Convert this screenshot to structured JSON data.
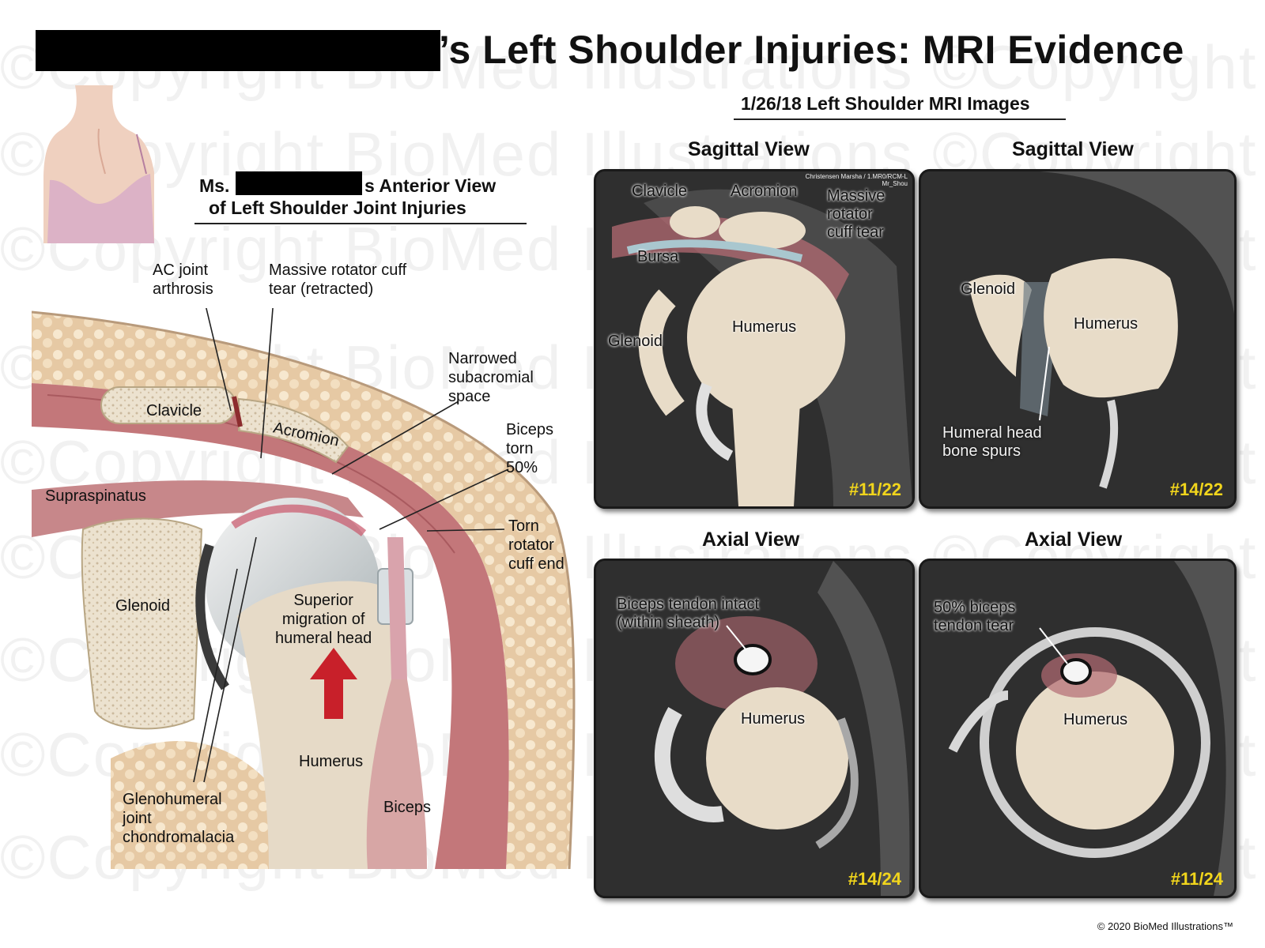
{
  "title": "’s Left Shoulder Injuries: MRI Evidence",
  "watermark": "©Copyright BioMed Illustrations ©Copyright BioMed Illustrations ©Copyright",
  "anterior": {
    "title_prefix": "Ms.",
    "title_suffix": "s Anterior View",
    "title_line2": "of Left Shoulder Joint Injuries",
    "labels": {
      "ac_joint": "AC joint\narthrosis",
      "rotator_tear": "Massive rotator cuff\ntear (retracted)",
      "narrowed": "Narrowed\nsubacromial\nspace",
      "biceps_torn": "Biceps\ntorn\n50%",
      "torn_end": "Torn\nrotator\ncuff end",
      "clavicle": "Clavicle",
      "acromion": "Acromion",
      "supraspinatus": "Supraspinatus",
      "glenoid": "Glenoid",
      "superior": "Superior\nmigration of\nhumeral head",
      "humerus": "Humerus",
      "biceps": "Biceps",
      "chondromalacia": "Glenohumeral\njoint\nchondromalacia"
    }
  },
  "mri": {
    "header": "1/26/18 Left Shoulder MRI Images",
    "panels": [
      {
        "view": "Sagittal View",
        "slice": "#11/22",
        "info_text": "Christensen Marsha / 1.MR0/RCM-L\nMr_Shou",
        "labels": {
          "clavicle": "Clavicle",
          "acromion": "Acromion",
          "tear": "Massive\nrotator\ncuff tear",
          "bursa": "Bursa",
          "glenoid": "Glenoid",
          "humerus": "Humerus"
        }
      },
      {
        "view": "Sagittal View",
        "slice": "#14/22",
        "labels": {
          "glenoid": "Glenoid",
          "humerus": "Humerus",
          "spurs": "Humeral head\nbone spurs"
        }
      },
      {
        "view": "Axial View",
        "slice": "#14/24",
        "labels": {
          "intact": "Biceps tendon intact\n(within sheath)",
          "humerus": "Humerus"
        }
      },
      {
        "view": "Axial View",
        "slice": "#11/24",
        "labels": {
          "tear": "50% biceps\ntendon tear",
          "humerus": "Humerus"
        }
      }
    ]
  },
  "copyright": "© 2020 BioMed Illustrations™",
  "colors": {
    "slice_number": "#f1d51c",
    "arrow": "#c8202a",
    "muscle": "#b9656b",
    "bone": "#e8dcc8"
  }
}
